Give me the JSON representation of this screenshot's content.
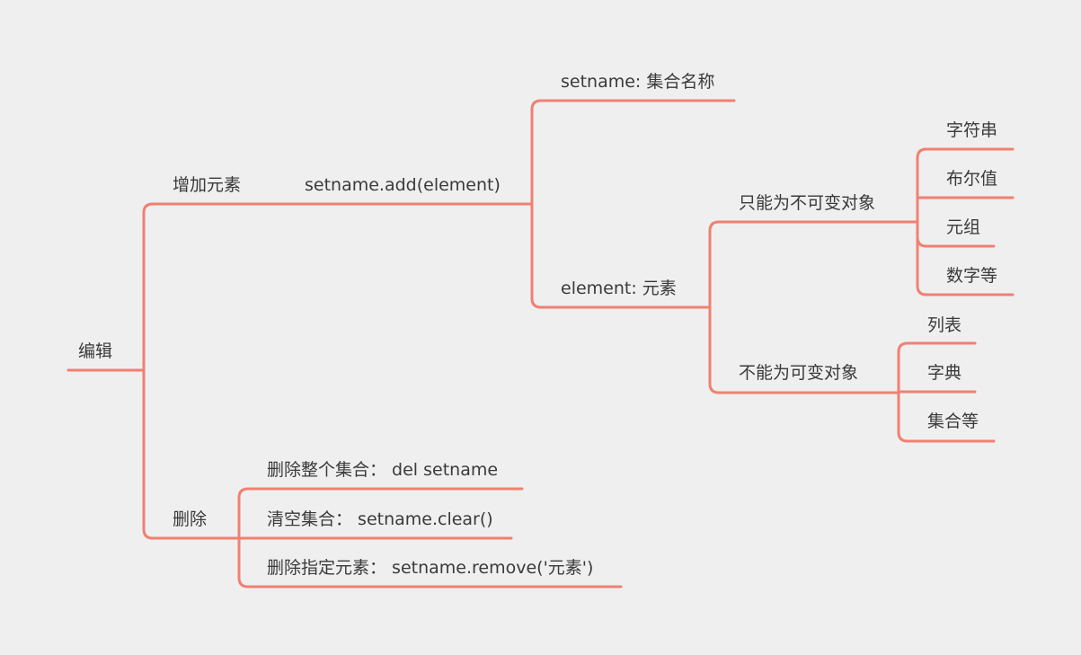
{
  "colors": {
    "background": "#efefef",
    "branch": "#f08072",
    "text": "#3a3a3a"
  },
  "root": {
    "label": "编辑"
  },
  "add": {
    "label": "增加元素",
    "syntax": "setname.add(element)",
    "setname": "setname: 集合名称",
    "element": "element: 元素",
    "immutable": {
      "label": "只能为不可变对象",
      "items": [
        "字符串",
        "布尔值",
        "元组",
        "数字等"
      ]
    },
    "mutable": {
      "label": "不能为可变对象",
      "items": [
        "列表",
        "字典",
        "集合等"
      ]
    }
  },
  "delete": {
    "label": "删除",
    "items": [
      "删除整个集合： del setname",
      "清空集合： setname.clear()",
      "删除指定元素： setname.remove('元素')"
    ]
  }
}
